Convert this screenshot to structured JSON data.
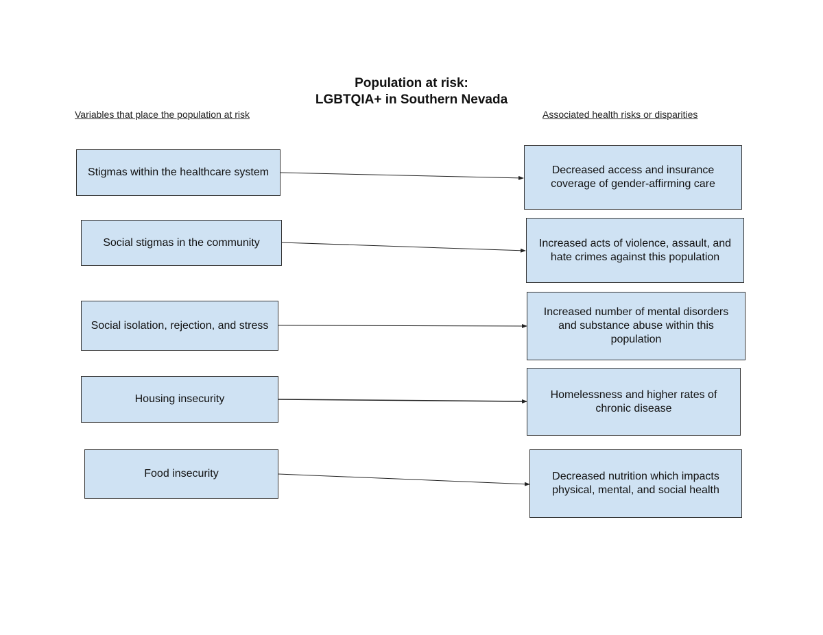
{
  "title": {
    "line1": "Population at risk:",
    "line2": "LGBTQIA+ in Southern Nevada"
  },
  "headers": {
    "left": "Variables that place the population at risk",
    "right": "Associated health risks or disparities"
  },
  "rows": [
    {
      "variable": "Stigmas within the healthcare system",
      "risk": "Decreased access and insurance coverage of gender-affirming care"
    },
    {
      "variable": "Social stigmas in the community",
      "risk": "Increased acts of violence, assault, and hate crimes against this population"
    },
    {
      "variable": "Social isolation, rejection, and stress",
      "risk": "Increased number of mental disorders and substance abuse within this population"
    },
    {
      "variable": "Housing insecurity",
      "risk": "Homelessness and higher rates of chronic disease"
    },
    {
      "variable": "Food insecurity",
      "risk": "Decreased nutrition which impacts physical, mental, and social health"
    }
  ],
  "colors": {
    "box_fill": "#cfe2f3",
    "box_border": "#333333",
    "arrow": "#222222"
  }
}
